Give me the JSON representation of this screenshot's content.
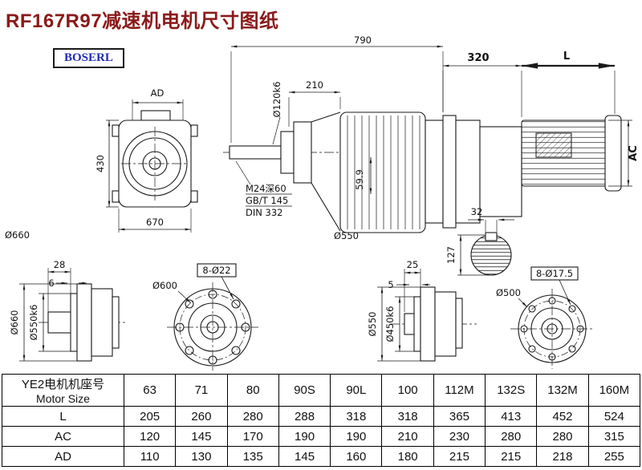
{
  "title": "RF167R97减速机电机尺寸图纸",
  "brand": "BOSERL",
  "views": {
    "front": {
      "ad": "AD",
      "height": "430",
      "width": "670",
      "dia": "Ø660"
    },
    "main": {
      "overall": "790",
      "shaft_len": "210",
      "shaft_dia": "Ø120k6",
      "tap": "M24深60",
      "std1": "GB/T 145",
      "std2": "DIN 332",
      "key_height": "59.9",
      "dia": "Ø550"
    },
    "motor": {
      "adapter_len": "320",
      "len_label": "L",
      "dia_label": "AC",
      "key_width": "32",
      "shaft_height": "127"
    },
    "out_side": {
      "len": "28",
      "spigot": "6",
      "od": "Ø660",
      "spigot_dia": "Ø550k6"
    },
    "out_front": {
      "bolt_circle": "Ø600",
      "holes": "8-Ø22"
    },
    "in_side": {
      "len": "25",
      "spigot": "5",
      "od": "Ø550",
      "spigot_dia": "Ø450k6"
    },
    "in_front": {
      "bolt_circle": "Ø500",
      "holes": "8-Ø17.5"
    }
  },
  "table": {
    "header_cn": "YE2电机机座号",
    "header_en": "Motor Size",
    "columns": [
      "63",
      "71",
      "80",
      "90S",
      "90L",
      "100",
      "112M",
      "132S",
      "132M",
      "160M"
    ],
    "rows": [
      {
        "label": "L",
        "values": [
          "205",
          "260",
          "280",
          "288",
          "318",
          "318",
          "365",
          "413",
          "452",
          "524"
        ]
      },
      {
        "label": "AC",
        "values": [
          "120",
          "145",
          "170",
          "190",
          "190",
          "210",
          "230",
          "280",
          "280",
          "315"
        ]
      },
      {
        "label": "AD",
        "values": [
          "110",
          "130",
          "135",
          "145",
          "160",
          "180",
          "215",
          "215",
          "218",
          "255"
        ]
      }
    ]
  }
}
